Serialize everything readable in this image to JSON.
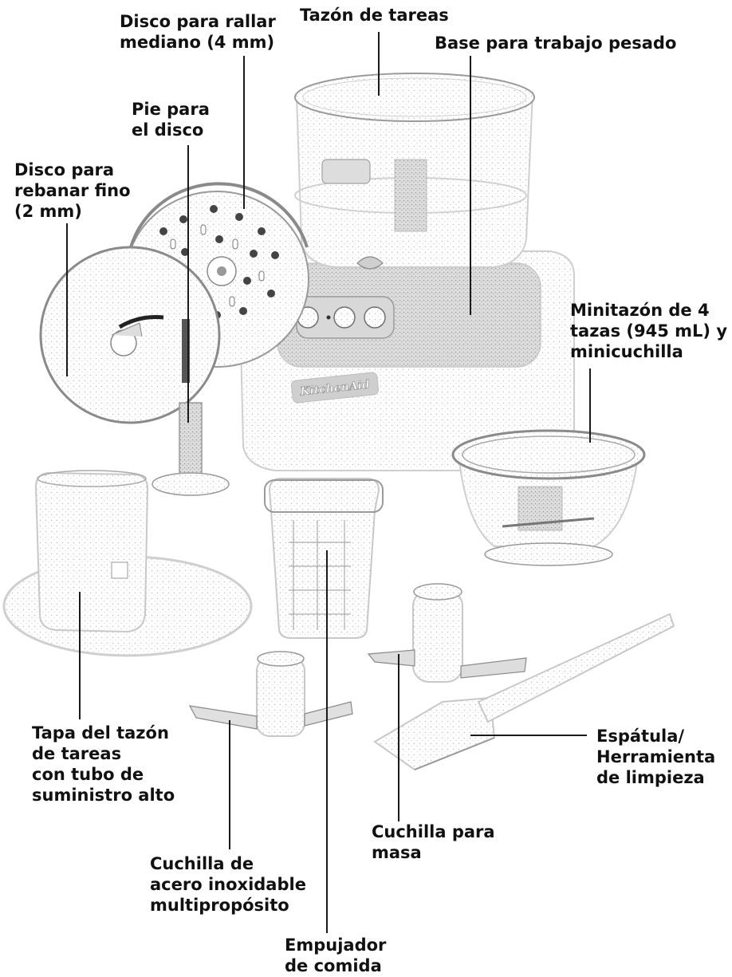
{
  "labels": {
    "tazon": [
      "Tazón de tareas"
    ],
    "disco_rallar": [
      "Disco para rallar",
      "mediano (4 mm)"
    ],
    "base": [
      "Base para trabajo pesado"
    ],
    "pie_disco": [
      "Pie para",
      "el disco"
    ],
    "disco_rebanar": [
      "Disco para",
      "rebanar fino",
      "(2 mm)"
    ],
    "minitazon": [
      "Minitazón de 4",
      "tazas (945 mL) y",
      "minicuchilla"
    ],
    "tapa": [
      "Tapa del tazón",
      "de tareas",
      "con tubo de",
      "suministro alto"
    ],
    "espatula": [
      "Espátula/",
      "Herramienta",
      "de limpieza"
    ],
    "cuchilla_masa": [
      "Cuchilla para",
      "masa"
    ],
    "cuchilla_acero": [
      "Cuchilla de",
      "acero inoxidable",
      "multipropósito"
    ],
    "empujador": [
      "Empujador",
      "de comida"
    ]
  },
  "brand_logo": "KitchenAid",
  "colors": {
    "line": "#1a1a1a",
    "stipple": "#bfbfbf",
    "dark_part": "#555555",
    "text": "#111111"
  }
}
